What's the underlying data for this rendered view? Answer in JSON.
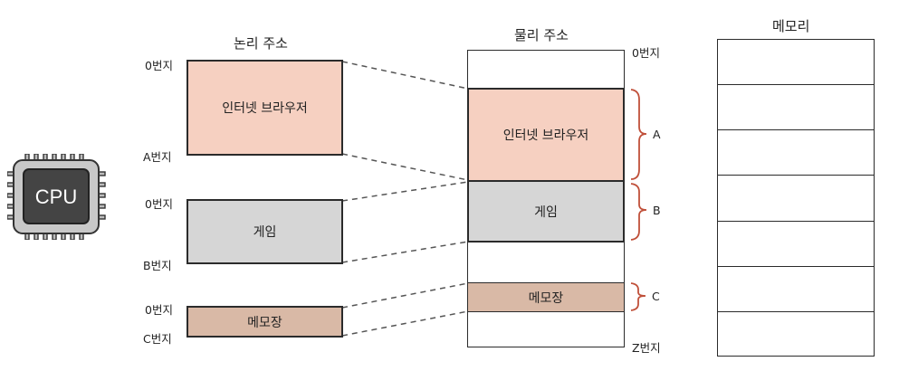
{
  "cpu": {
    "label": "CPU"
  },
  "logical": {
    "title": "논리 주소",
    "blocks": [
      {
        "label": "인터넷 브라우저",
        "start_label": "0번지",
        "end_label": "A번지",
        "color": "#f6d0c1"
      },
      {
        "label": "게임",
        "start_label": "0번지",
        "end_label": "B번지",
        "color": "#d6d6d6"
      },
      {
        "label": "메모장",
        "start_label": "0번지",
        "end_label": "C번지",
        "color": "#d9b9a6"
      }
    ]
  },
  "physical": {
    "title": "물리 주소",
    "start_label": "0번지",
    "end_label": "Z번지",
    "regions": [
      {
        "label": "인터넷 브라우저",
        "brace_label": "A",
        "color": "#f6d0c1"
      },
      {
        "label": "게임",
        "brace_label": "B",
        "color": "#d6d6d6"
      },
      {
        "label": "메모장",
        "brace_label": "C",
        "color": "#d9b9a6"
      }
    ]
  },
  "memory": {
    "title": "메모리",
    "cell_count": 7
  },
  "colors": {
    "border": "#2b2b2b",
    "brace": "#c0503a",
    "dashed": "#555555"
  }
}
